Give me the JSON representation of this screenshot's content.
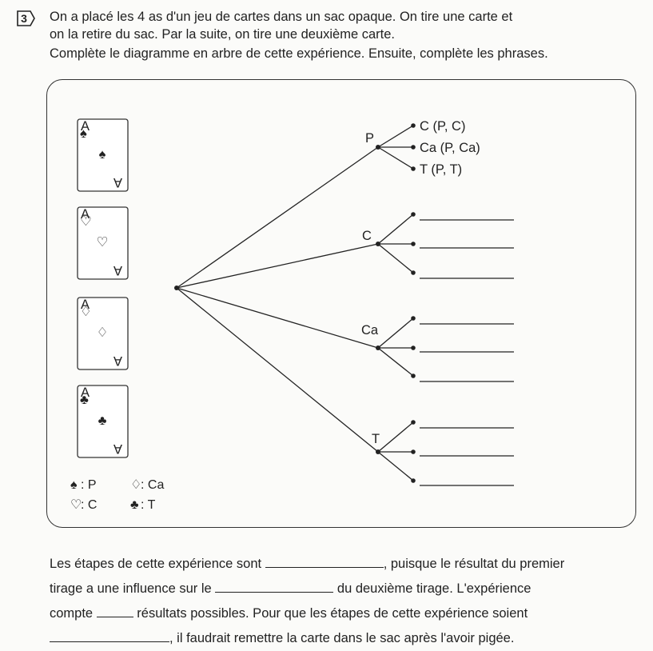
{
  "question": {
    "number": "3",
    "intro_line1": "On a placé les 4 as d'un jeu de cartes dans un sac opaque. On tire une carte et",
    "intro_line2": "on la retire du sac. Par la suite, on tire une deuxième carte.",
    "instruction": "Complète le diagramme en arbre de cette expérience. Ensuite, complète les phrases."
  },
  "cards": [
    {
      "rank": "A",
      "suit": "spade",
      "symbol": "♠"
    },
    {
      "rank": "A",
      "suit": "heart",
      "symbol": "♡"
    },
    {
      "rank": "A",
      "suit": "diamond",
      "symbol": "♢"
    },
    {
      "rank": "A",
      "suit": "club",
      "symbol": "♣"
    }
  ],
  "legend": [
    {
      "symbol": "♠",
      "text": ": P"
    },
    {
      "symbol": "♢",
      "text": ": Ca"
    },
    {
      "symbol": "♡",
      "text": ": C"
    },
    {
      "symbol": "♣",
      "text": ": T"
    }
  ],
  "tree": {
    "first_draw": [
      "P",
      "C",
      "Ca",
      "T"
    ],
    "outcomes_P": [
      "C (P, C)",
      "Ca (P, Ca)",
      "T (P, T)"
    ]
  },
  "paragraph": {
    "l1_a": "Les étapes de cette expérience sont ",
    "l1_b": ", puisque le résultat du premier",
    "l2_a": "tirage a une influence sur le ",
    "l2_b": " du deuxième tirage. L'expérience",
    "l3_a": "compte ",
    "l3_b": " résultats possibles. Pour que les étapes de cette expérience soient",
    "l4_b": ", il faudrait remettre la carte dans le sac après l'avoir pigée."
  }
}
